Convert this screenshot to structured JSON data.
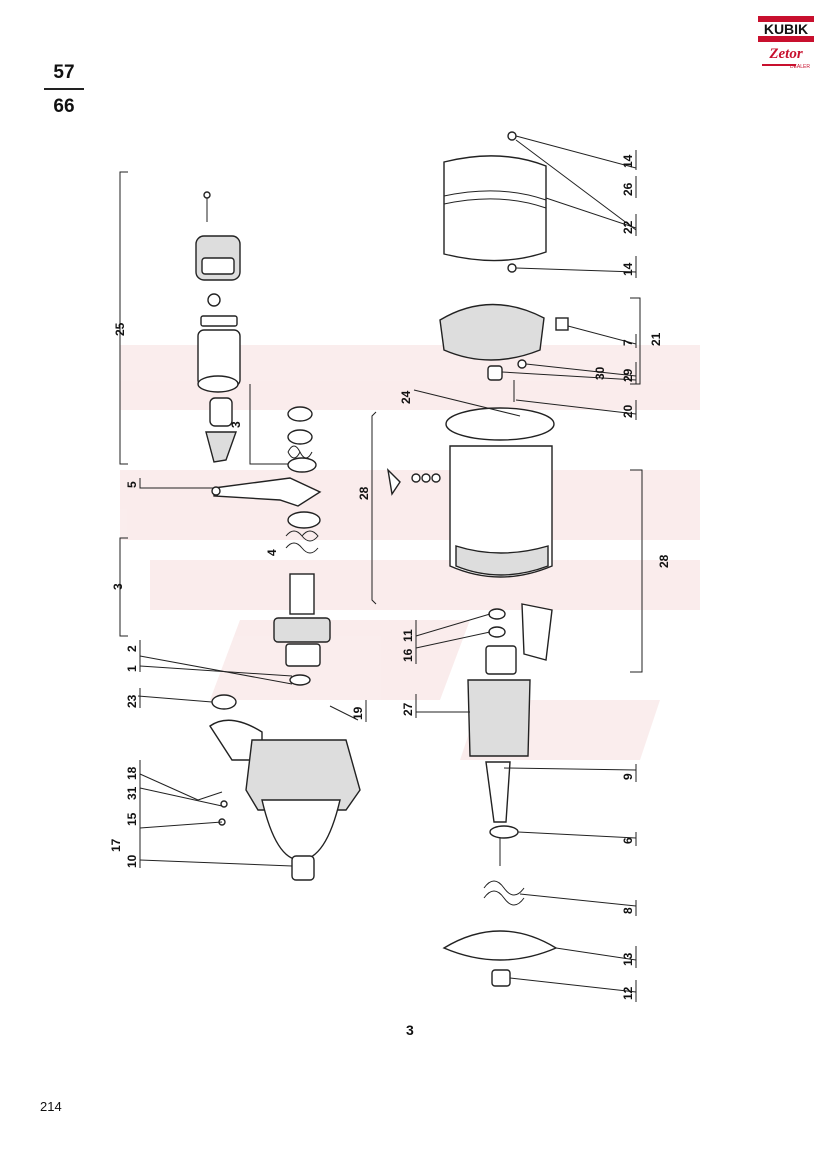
{
  "header": {
    "fraction_top": "57",
    "fraction_bottom": "66"
  },
  "logo": {
    "brand_top": "KUBIK",
    "brand_bottom": "Zetor",
    "brand_sub": "DEALER",
    "color": "#c8102e"
  },
  "footer": {
    "page_number": "214",
    "sheet_number": "3"
  },
  "callouts": {
    "n1": "1",
    "n2": "2",
    "n3a": "3",
    "n3b": "3",
    "n4": "4",
    "n5": "5",
    "n6": "6",
    "n7": "7",
    "n8": "8",
    "n9": "9",
    "n11": "11",
    "n12": "12",
    "n13": "13",
    "n14a": "14",
    "n14b": "14",
    "n15": "15",
    "n16": "16",
    "n17": "17",
    "n18": "18",
    "n19": "19",
    "n20": "20",
    "n21": "21",
    "n22": "22",
    "n23": "23",
    "n24": "24",
    "n25": "25",
    "n26": "26",
    "n27": "27",
    "n28a": "28",
    "n28b": "28",
    "n29": "29",
    "n30": "30",
    "n31": "31",
    "n10": "10"
  }
}
